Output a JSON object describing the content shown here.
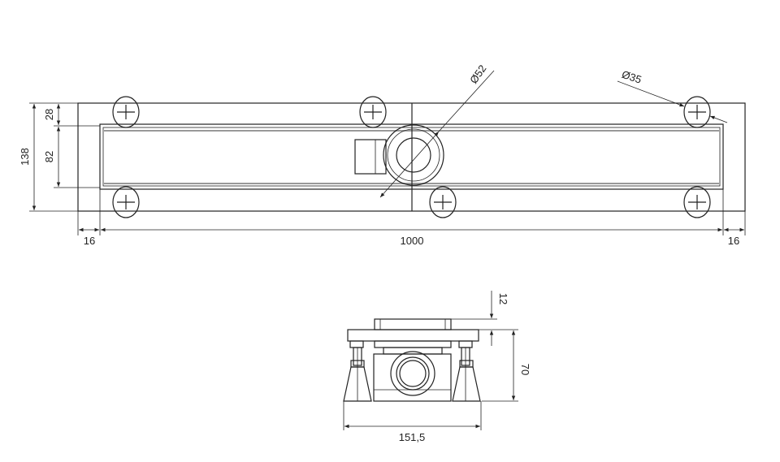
{
  "top_view": {
    "dimensions": {
      "total_width": "138",
      "flange_width": "28",
      "channel_width": "82",
      "left_margin": "16",
      "length": "1000",
      "right_margin": "16",
      "outlet_diameter": "Ø52",
      "foot_diameter": "Ø35"
    }
  },
  "side_view": {
    "dimensions": {
      "grate_height": "12",
      "height": "70",
      "width": "151,5"
    }
  },
  "colors": {
    "line": "#222222",
    "background": "#ffffff"
  }
}
